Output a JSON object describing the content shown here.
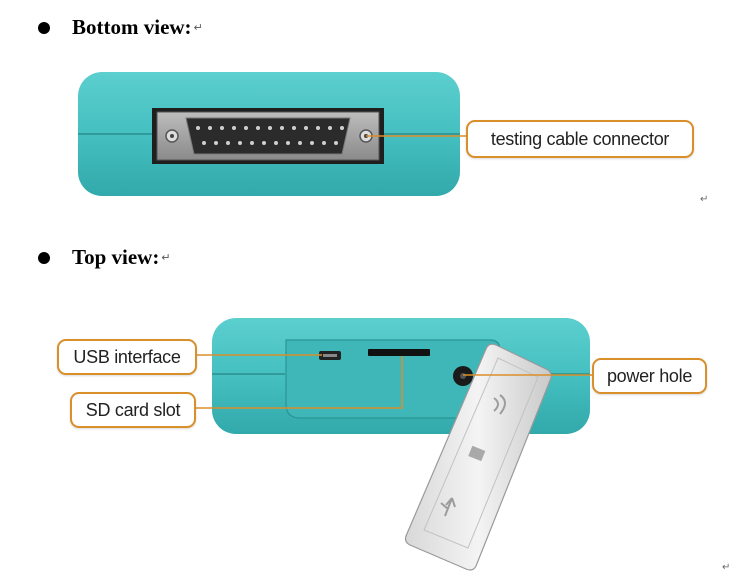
{
  "headings": {
    "bottom_view": "Bottom view:",
    "top_view": "Top view:"
  },
  "return_mark": "↵",
  "callouts": {
    "testing_cable_connector": "testing cable connector",
    "usb_interface": "USB interface",
    "sd_card_slot": "SD card slot",
    "power_hole": "power hole"
  },
  "colors": {
    "device_body": "#49c1c2",
    "callout_border": "#d98f2a",
    "leader_line": "#d98f2a",
    "connector_metal": "#9a9a9a"
  },
  "icons": [
    "bullet-icon",
    "return-mark-icon",
    "usb-symbol-icon",
    "sd-card-icon",
    "speaker-icon"
  ]
}
